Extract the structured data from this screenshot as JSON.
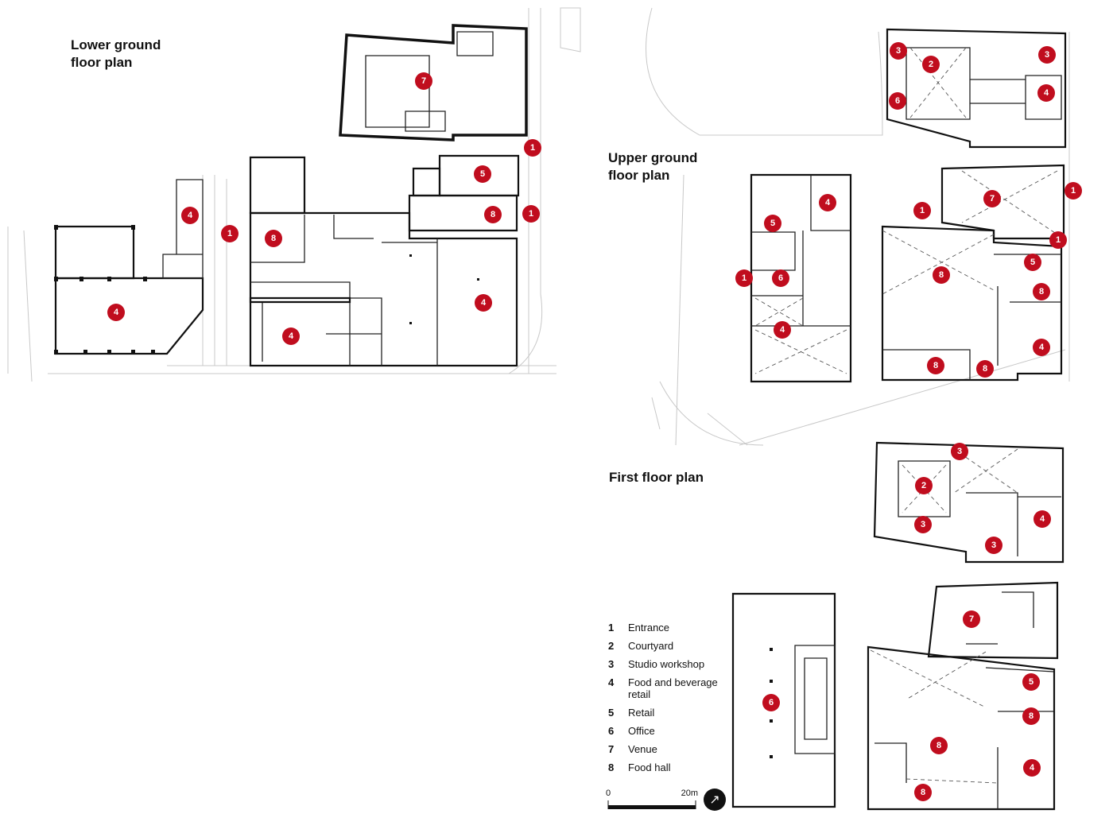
{
  "titles": {
    "lower": "Lower ground\nfloor plan",
    "upper": "Upper ground\nfloor plan",
    "first": "First floor plan"
  },
  "legend": [
    {
      "num": "1",
      "label": "Entrance"
    },
    {
      "num": "2",
      "label": "Courtyard"
    },
    {
      "num": "3",
      "label": "Studio workshop"
    },
    {
      "num": "4",
      "label": "Food and beverage retail"
    },
    {
      "num": "5",
      "label": "Retail"
    },
    {
      "num": "6",
      "label": "Office"
    },
    {
      "num": "7",
      "label": "Venue"
    },
    {
      "num": "8",
      "label": "Food hall"
    }
  ],
  "scale": {
    "zero": "0",
    "max": "20m"
  },
  "north_icon": "north-arrow-icon",
  "marker_color": "#c00d1e",
  "markers": {
    "lower": [
      "7",
      "1",
      "5",
      "1",
      "8",
      "4",
      "1",
      "8",
      "4",
      "4",
      "4"
    ],
    "upper": [
      "3",
      "2",
      "3",
      "6",
      "4",
      "5",
      "4",
      "7",
      "1",
      "1",
      "1",
      "1",
      "6",
      "8",
      "5",
      "8",
      "4",
      "4",
      "8",
      "8"
    ],
    "first_top": [
      "3",
      "2",
      "3",
      "4",
      "3"
    ],
    "first_bottom": [
      "6",
      "7",
      "5",
      "8",
      "8",
      "4",
      "8"
    ]
  }
}
